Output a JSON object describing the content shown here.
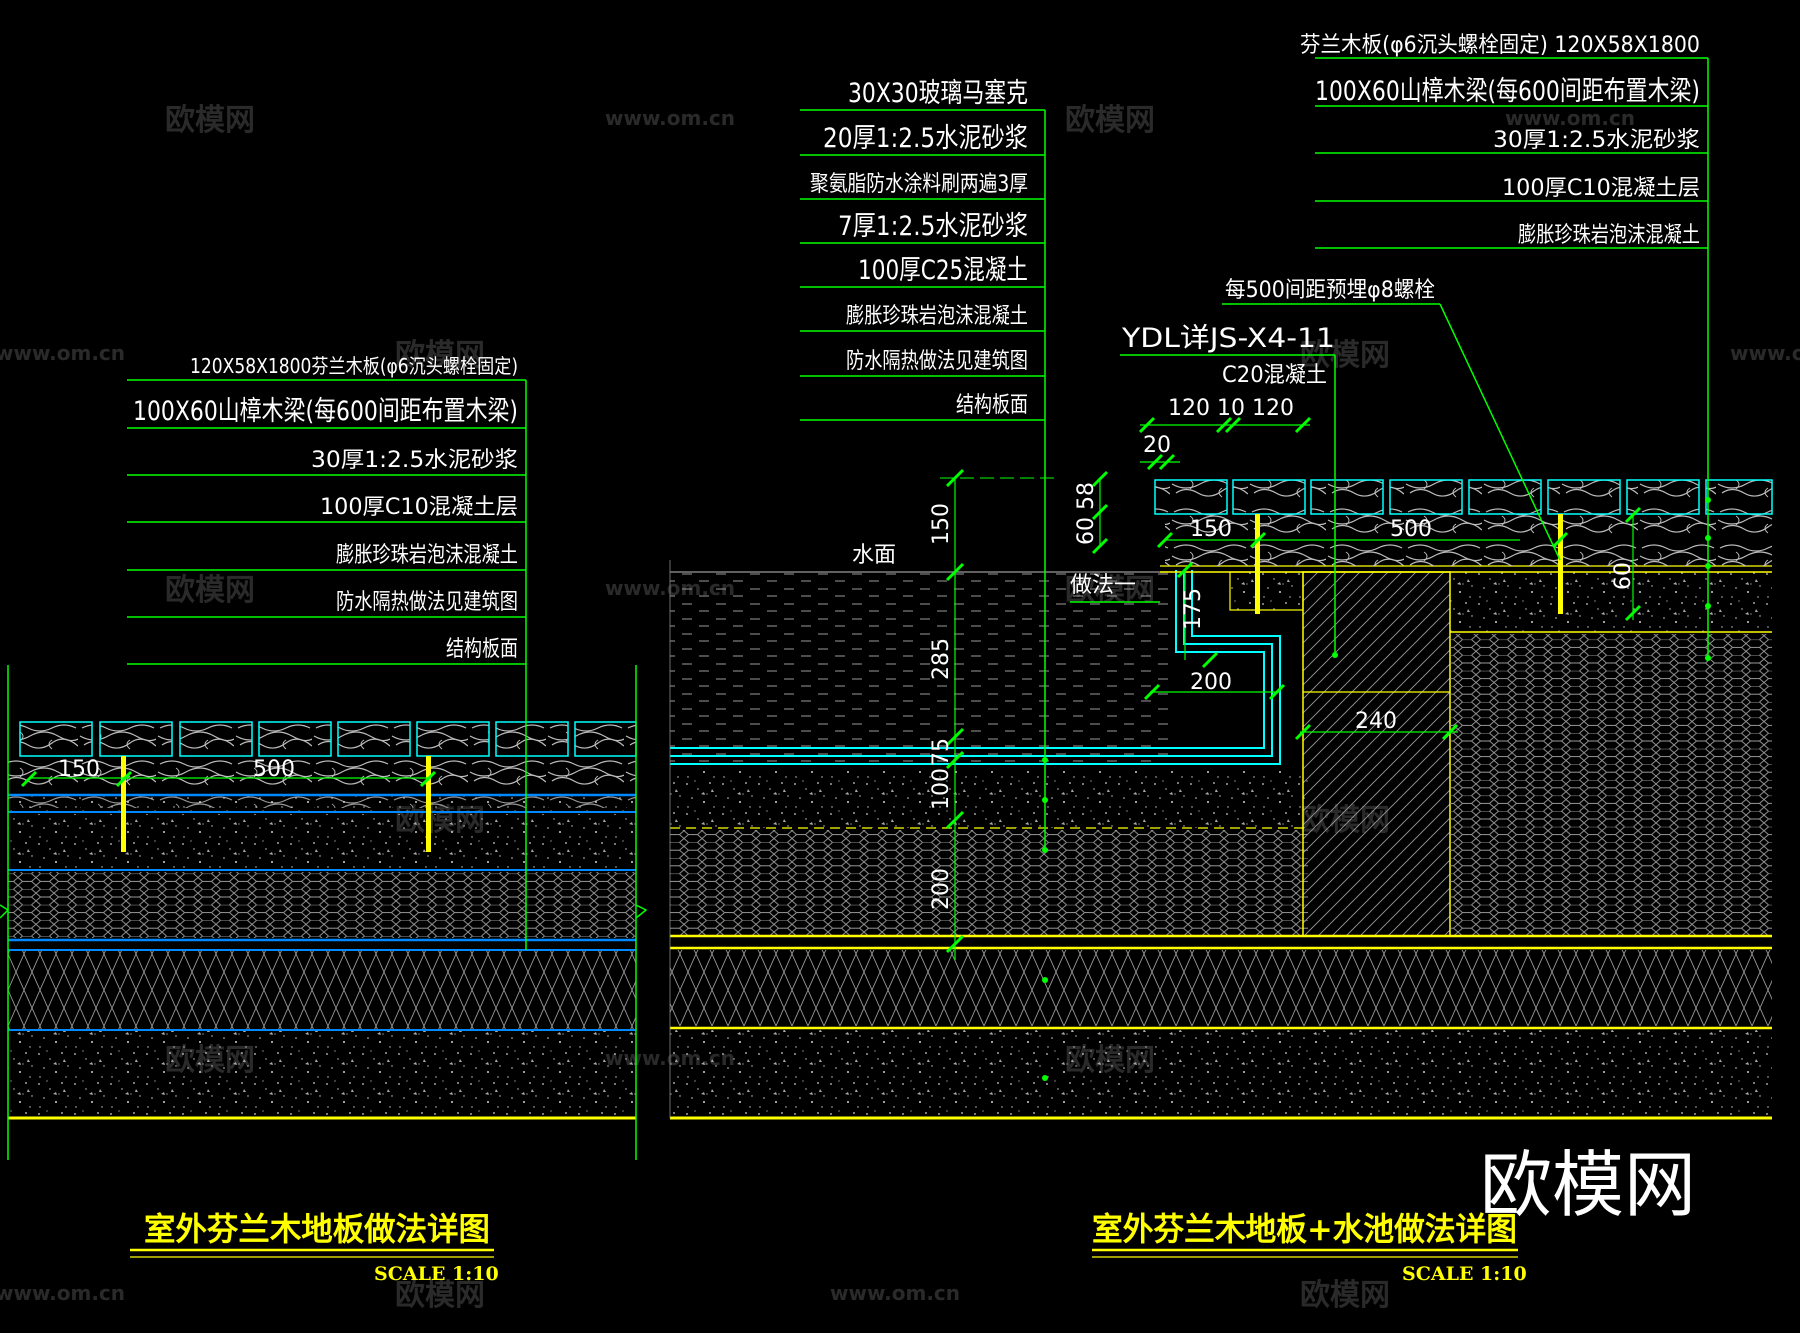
{
  "watermark": {
    "text": "欧模网",
    "url": "www.om.cn",
    "brand": "欧模网"
  },
  "left": {
    "labels": [
      "120X58X1800芬兰木板(φ6沉头螺栓固定)",
      "100X60山樟木梁(每600间距布置木梁)",
      "30厚1:2.5水泥砂浆",
      "100厚C10混凝土层",
      "膨胀珍珠岩泡沫混凝土",
      "防水隔热做法见建筑图",
      "结构板面"
    ],
    "dims": {
      "d150": "150",
      "d500": "500"
    },
    "title": "室外芬兰木地板做法详图",
    "scale": "SCALE 1:10"
  },
  "right": {
    "pool_labels": [
      "30X30玻璃马塞克",
      "20厚1:2.5水泥砂浆",
      "聚氨脂防水涂料刷两遍3厚",
      "7厚1:2.5水泥砂浆",
      "100厚C25混凝土",
      "膨胀珍珠岩泡沫混凝土",
      "防水隔热做法见建筑图",
      "结构板面"
    ],
    "deck_labels": [
      "芬兰木板(φ6沉头螺栓固定) 120X58X1800",
      "100X60山樟木梁(每600间距布置木梁)",
      "30厚1:2.5水泥砂浆",
      "100厚C10混凝土层",
      "膨胀珍珠岩泡沫混凝土"
    ],
    "bolt_note": "每500间距预埋φ8螺栓",
    "ref_note": "YDL详JS-X4-11",
    "c20_note": "C20混凝土",
    "water_label": "水面",
    "method_label": "做法一",
    "dims": {
      "top": "120 10 120",
      "d20": "20",
      "d58": "58",
      "d60a": "60",
      "d150": "150",
      "d500": "500",
      "d60b": "60",
      "d175": "175",
      "d200": "200",
      "d240": "240",
      "v150": "150",
      "v285": "285",
      "v75": "75",
      "v100": "100",
      "v200": "200"
    },
    "title": "室外芬兰木地板+水池做法详图",
    "scale": "SCALE 1:10"
  },
  "colors": {
    "leader": "#00ff00",
    "cyan": "#00ffff",
    "yellow": "#ffff00",
    "blue": "#0088ff",
    "hatch": "#9a9a9a"
  }
}
